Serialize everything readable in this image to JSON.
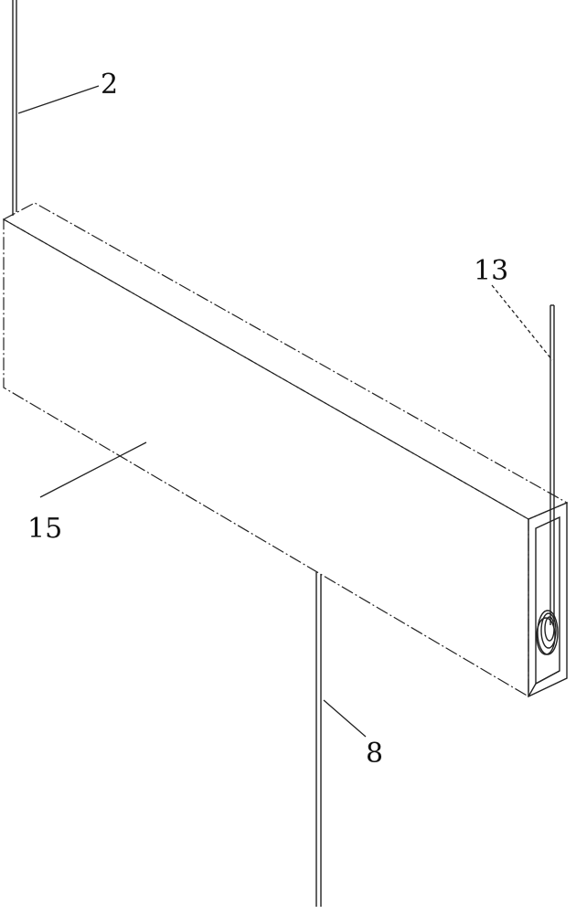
{
  "figure": {
    "labels": {
      "wire_top": "2",
      "wire_right": "13",
      "box": "15",
      "wire_bottom": "8"
    }
  }
}
